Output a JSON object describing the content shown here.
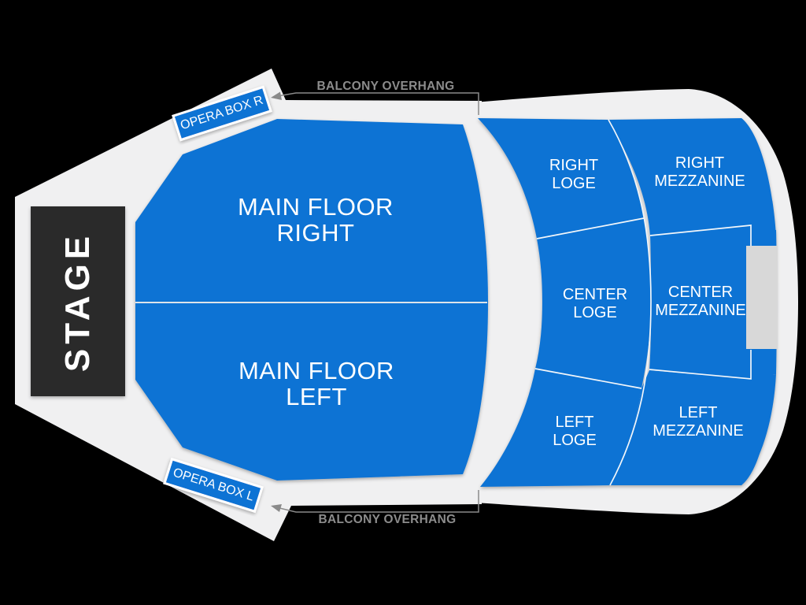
{
  "canvas": {
    "background": "#000000"
  },
  "colors": {
    "section_blue": "#1173d4",
    "venue_floor": "#f0f0f1",
    "booth_gray": "#d8d8d8",
    "stage_dark": "#2b2b2b",
    "divider_white": "#f2f6fa",
    "annotation_gray": "#8c8c8c",
    "leader_gray": "#8a8a8a"
  },
  "stage": {
    "label": "STAGE"
  },
  "sections": {
    "main_floor_right": {
      "label_lines": [
        "MAIN FLOOR",
        "RIGHT"
      ]
    },
    "main_floor_left": {
      "label_lines": [
        "MAIN FLOOR",
        "LEFT"
      ]
    },
    "right_loge": {
      "label_lines": [
        "RIGHT",
        "LOGE"
      ]
    },
    "center_loge": {
      "label_lines": [
        "CENTER",
        "LOGE"
      ]
    },
    "left_loge": {
      "label_lines": [
        "LEFT",
        "LOGE"
      ]
    },
    "right_mezzanine": {
      "label_lines": [
        "RIGHT",
        "MEZZANINE"
      ]
    },
    "center_mezzanine": {
      "label_lines": [
        "CENTER",
        "MEZZANINE"
      ]
    },
    "left_mezzanine": {
      "label_lines": [
        "LEFT",
        "MEZZANINE"
      ]
    },
    "opera_box_r": {
      "label": "OPERA BOX R"
    },
    "opera_box_l": {
      "label": "OPERA BOX L"
    }
  },
  "annotations": {
    "balcony_overhang_top": {
      "label": "BALCONY OVERHANG"
    },
    "balcony_overhang_bottom": {
      "label": "BALCONY OVERHANG"
    }
  }
}
